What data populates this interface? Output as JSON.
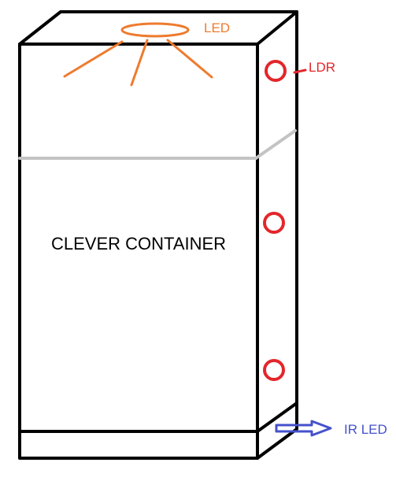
{
  "diagram": {
    "title": "CLEVER CONTAINER",
    "led_label": "LED",
    "ldr_label": "LDR",
    "ir_led_label": "IR LED"
  },
  "colors": {
    "outline": "#000000",
    "led": "#ee7b2e",
    "ldr": "#e3262b",
    "ir_led": "#4451cc",
    "divider": "#c3c3c3"
  }
}
